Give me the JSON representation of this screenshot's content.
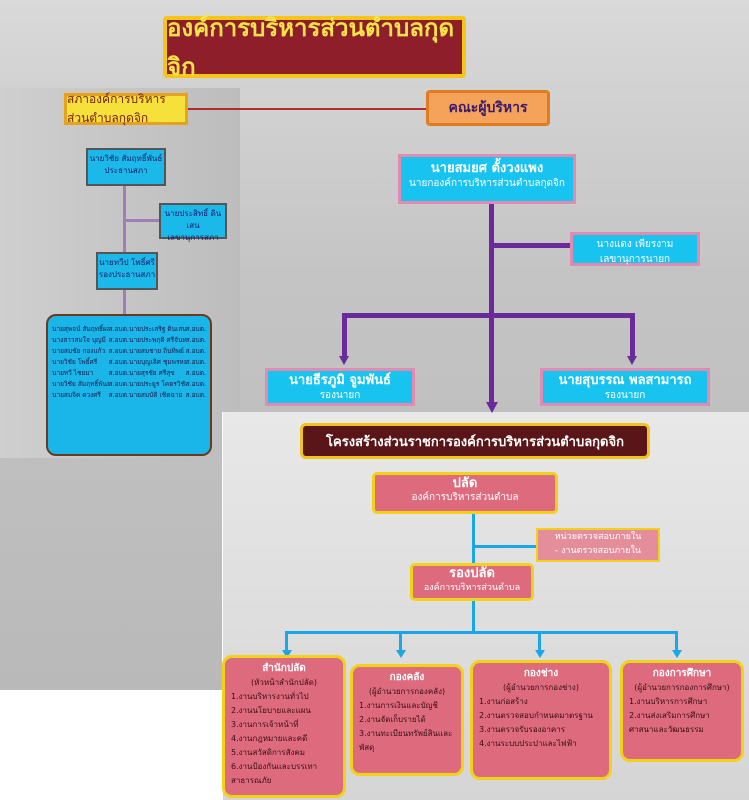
{
  "title": "องค์การบริหารส่วนตำบลกุดจิก",
  "council": {
    "label": "สภาองค์การบริหารส่วนตำบลกุดจิก",
    "president": {
      "name": "นายวิชัย สัมฤทธิ์พันธ์",
      "role": "ประธานสภา"
    },
    "secretary": {
      "name": "นายประสิทธิ์ ดินเสน",
      "role": "เลขานุการสภา"
    },
    "vice_president": {
      "name": "นายทวีป โพธิ์ศรี",
      "role": "รองประธานสภา"
    },
    "members": [
      [
        "นายสุพจน์ สัมฤทธิ์ผล",
        "ส.อบต. ม.1",
        "นายประเสริฐ ดินเสน",
        "ส.อบต. ม.8"
      ],
      [
        "นางสาวสมใจ บุญมี",
        "ส.อบต. ม.2",
        "นายประพฤติ ศรีจันทร์",
        "ส.อบต. ม.9"
      ],
      [
        "นายสมชัย กองแก้ว",
        "ส.อบต. ม.3",
        "นายสมชาย ถิ่นทิพย์",
        "ส.อบต. ม.10"
      ],
      [
        "นายวิชัย โพธิ์ศรี",
        "ส.อบต. ม.4",
        "นายบุญเลิศ ชุมพรหมมา",
        "ส.อบต. ม.11"
      ],
      [
        "นายทวี ไชยมา",
        "ส.อบต. ม.5",
        "นายสุรชัย ศรีสุข",
        "ส.อบต. ม.12"
      ],
      [
        "นายวิชัย สัมฤทธิ์พันธ์",
        "ส.อบต. ม.6",
        "นายประยูร โคตรวิชัย",
        "ส.อบต. ม.13"
      ],
      [
        "นายสมจิต ดวงศรี",
        "ส.อบต. ม.7",
        "นายสมบัติ เชิดฉาย",
        "ส.อบต. ม.14"
      ]
    ]
  },
  "executives": {
    "label": "คณะผู้บริหาร",
    "mayor": {
      "name": "นายสมยศ ตั้งวงแพง",
      "role": "นายกองค์การบริหารส่วนตำบลกุดจิก"
    },
    "secretary": {
      "name": "นางแดง เพียรงาม",
      "role": "เลขานุการนายก"
    },
    "deputy_left": {
      "name": "นายธีรภูมิ จูมพันธ์",
      "role": "รองนายก"
    },
    "deputy_right": {
      "name": "นายสุบรรณ พลสามารถ",
      "role": "รองนายก"
    }
  },
  "structure": {
    "title": "โครงสร้างส่วนราชการองค์การบริหารส่วนตำบลกุดจิก",
    "palad": {
      "head": "ปลัด",
      "sub": "องค์การบริหารส่วนตำบล"
    },
    "audit": {
      "head": "หน่วยตรวจสอบภายใน",
      "sub": "- งานตรวจสอบภายใน"
    },
    "deputy_palad": {
      "head": "รองปลัด",
      "sub": "องค์การบริหารส่วนตำบล"
    },
    "departments": [
      {
        "name": "สำนักปลัด",
        "sub": "(หัวหน้าสำนักปลัด)",
        "items": [
          "1.งานบริหารงานทั่วไป",
          "2.งานนโยบายและแผน",
          "3.งานการเจ้าหน้าที่",
          "4.งานกฎหมายและคดี",
          "5.งานสวัสดิการสังคม",
          "6.งานป้องกันและบรรเทาสาธารณภัย"
        ]
      },
      {
        "name": "กองคลัง",
        "sub": "(ผู้อำนวยการกองคลัง)",
        "items": [
          "1.งานการเงินและบัญชี",
          "2.งานจัดเก็บรายได้",
          "3.งานทะเบียนทรัพย์สินและพัสดุ"
        ]
      },
      {
        "name": "กองช่าง",
        "sub": "(ผู้อำนวยการกองช่าง)",
        "items": [
          "1.งานก่อสร้าง",
          "2.งานตรวจสอบกำหนดมาตรฐาน",
          "3.งานตรวจรับรองอาคาร",
          "4.งานระบบประปาและไฟฟ้า"
        ]
      },
      {
        "name": "กองการศึกษา",
        "sub": "(ผู้อำนวยการกองการศึกษา)",
        "items": [
          "1.งานบริหารการศึกษา",
          "2.งานส่งเสริมการศึกษา",
          "ศาสนาและวัฒนธรรม"
        ]
      }
    ]
  }
}
